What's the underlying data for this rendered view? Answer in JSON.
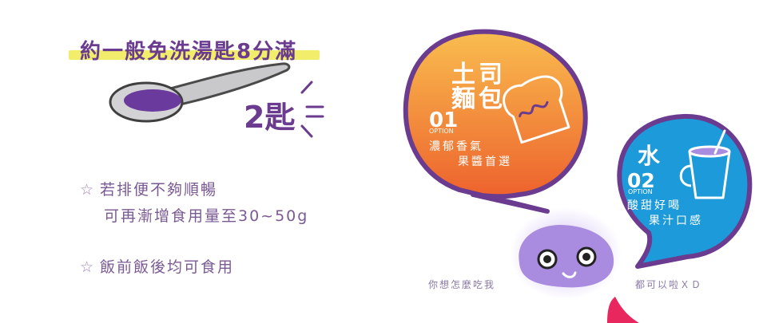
{
  "header": {
    "title": "約一般免洗湯匙8分滿",
    "spoon_amount": "2匙"
  },
  "notes": [
    {
      "star": "☆",
      "line1": "若排便不夠順暢",
      "line2": "可再漸增食用量至30~50g"
    },
    {
      "star": "☆",
      "line1": "飯前飯後均可食用"
    }
  ],
  "bubbles": {
    "toast": {
      "title_line1": "土司",
      "title_line2": "麵包",
      "number": "01",
      "option_label": "OPTION",
      "desc_line1": "濃郁香氣",
      "desc_line2": "果醬首選",
      "color_top": "#f7b24a",
      "color_bottom": "#ec5a2a"
    },
    "water": {
      "title": "水",
      "number": "02",
      "option_label": "OPTION",
      "desc_line1": "酸甜好喝",
      "desc_line2": "果汁口感",
      "color": "#1d9ad9"
    }
  },
  "mascot": {
    "left_caption": "你想怎麼吃我",
    "right_caption": "都可以啦ＸＤ",
    "body_color": "#a98be0"
  },
  "icons": [
    "spoon-icon",
    "star-icon",
    "toast-icon",
    "mug-icon",
    "mascot-icon"
  ]
}
